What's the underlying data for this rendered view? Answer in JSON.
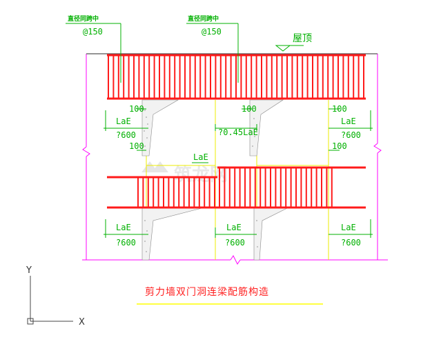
{
  "colors": {
    "rebar": "#ff1a1a",
    "dimension": "#00b000",
    "outline": "#ff00ff",
    "wall": "#ffff66",
    "title_underline": "#ffff00",
    "axis": "#444444",
    "watermark": "#d0d0d0"
  },
  "notes": {
    "note_left": "直径同跨中",
    "spacing_left": "@150",
    "note_right": "直径同跨中",
    "spacing_right": "@150",
    "roof": "屋顶"
  },
  "dimensions": {
    "d100_a": "100",
    "d100_b": "100",
    "d100_c": "100",
    "d100_d": "100",
    "d100_e": "100",
    "lae_1": "LaE",
    "min600_1": "?600",
    "lae_2": "?0.45LaE",
    "lae_3": "LaE",
    "min600_3": "?600",
    "lae_4": "LaE",
    "lae_5": "LaE",
    "min600_5": "?600",
    "lae_6": "LaE",
    "min600_6": "?600",
    "lae_7": "LaE",
    "min600_7": "?600"
  },
  "title": "剪力墙双门洞连梁配筋构造",
  "axis": {
    "y_label": "Y",
    "x_label": "X"
  },
  "watermark": "筑龙网"
}
